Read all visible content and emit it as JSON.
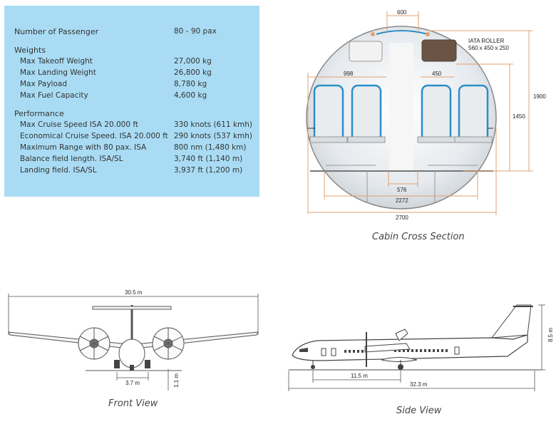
{
  "specs": {
    "passengers": {
      "label": "Number of Passenger",
      "value": "80 - 90 pax"
    },
    "weights_heading": "Weights",
    "weights": [
      {
        "label": "Max Takeoff Weight",
        "value": "27,000 kg"
      },
      {
        "label": "Max Landing Weight",
        "value": "26,800 kg"
      },
      {
        "label": "Max Payload",
        "value": "8,780 kg"
      },
      {
        "label": "Max Fuel Capacity",
        "value": "4,600 kg"
      }
    ],
    "performance_heading": "Performance",
    "performance": [
      {
        "label": "Max Cruise Speed ISA 20.000 ft",
        "value": "330 knots (611 kmh)"
      },
      {
        "label": "Economical Cruise Speed. ISA 20.000 ft",
        "value": "290 knots (537 kmh)"
      },
      {
        "label": "Maximum Range with 80 pax. ISA",
        "value": "800 nm (1,480 km)"
      },
      {
        "label": "Balance field length. ISA/SL",
        "value": "3,740 ft  (1,140 m)"
      },
      {
        "label": "Landing field. ISA/SL",
        "value": "3,937 ft  (1,200 m)"
      }
    ]
  },
  "cabin": {
    "caption": "Cabin Cross Section",
    "dims": {
      "top": "600",
      "roller_title": "IATA ROLLER",
      "roller_size": "560 x 450 x 250",
      "left_pair": "998",
      "right_seat": "450",
      "height_total": "1900",
      "height_inner": "1450",
      "aisle": "576",
      "floor": "2272",
      "width": "2700"
    }
  },
  "front": {
    "caption": "Front View",
    "span": "30.5 m",
    "gear_track": "3.7 m",
    "ground_clearance": "1.1 m"
  },
  "side": {
    "caption": "Side View",
    "length": "32.3 m",
    "wheelbase": "11.5 m",
    "height": "8.5 m"
  },
  "colors": {
    "panel": "#a9dcf4",
    "dim": "#e0a070",
    "seat": "#2a8fc7"
  }
}
